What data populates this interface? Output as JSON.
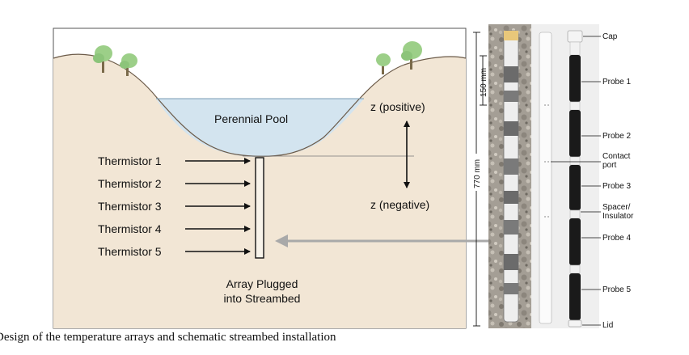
{
  "schematic": {
    "pool_label": "Perennial Pool",
    "thermistors": [
      "Thermistor 1",
      "Thermistor 2",
      "Thermistor 3",
      "Thermistor 4",
      "Thermistor 5"
    ],
    "array_label_line1": "Array Plugged",
    "array_label_line2": "into Streambed",
    "z_positive": "z (positive)",
    "z_negative": "z (negative)"
  },
  "photo": {
    "dim_spacing": "150 mm",
    "dim_length": "770 mm",
    "labels": {
      "cap": "Cap",
      "probe1": "Probe 1",
      "probe2": "Probe 2",
      "contact_line1": "Contact",
      "contact_line2": "port",
      "probe3": "Probe 3",
      "spacer_line1": "Spacer/",
      "spacer_line2": "Insulator",
      "probe4": "Probe 4",
      "probe5": "Probe 5",
      "lid": "Lid"
    }
  },
  "caption": "Design of the temperature arrays and schematic streambed installation",
  "colors": {
    "sediment": "#f2e6d5",
    "water": "#d3e4ef",
    "tree": "#9ccf88",
    "arrow_grey": "#a9a9a9",
    "gravel": "#9a948b"
  }
}
